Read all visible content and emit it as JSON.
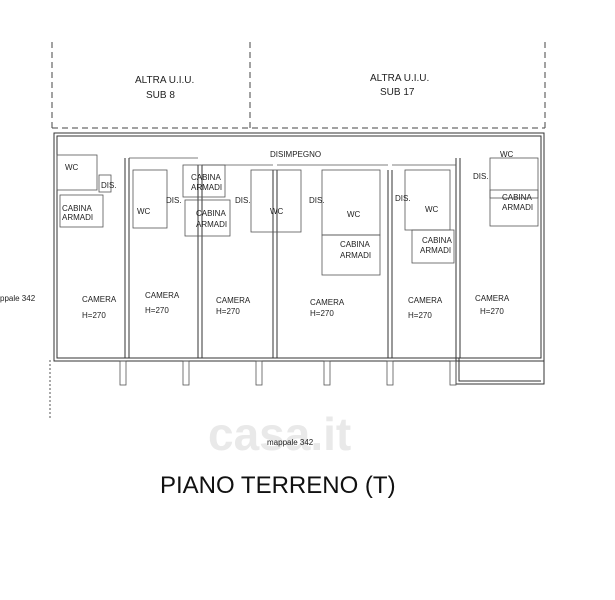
{
  "header": {
    "left_unit": {
      "line1": "ALTRA U.I.U.",
      "line2": "SUB 8"
    },
    "right_unit": {
      "line1": "ALTRA U.I.U.",
      "line2": "SUB 17"
    }
  },
  "corridor": "DISIMPEGNO",
  "rooms": {
    "wc": "WC",
    "dis": "DIS.",
    "cabina": "CABINA",
    "armadi": "ARMADI",
    "camera": "CAMERA",
    "height": "H=270"
  },
  "side_label": "ppale 342",
  "bottom_label": "mappale 342",
  "watermark": "casa.it",
  "title": "PIANO TERRENO (T)"
}
